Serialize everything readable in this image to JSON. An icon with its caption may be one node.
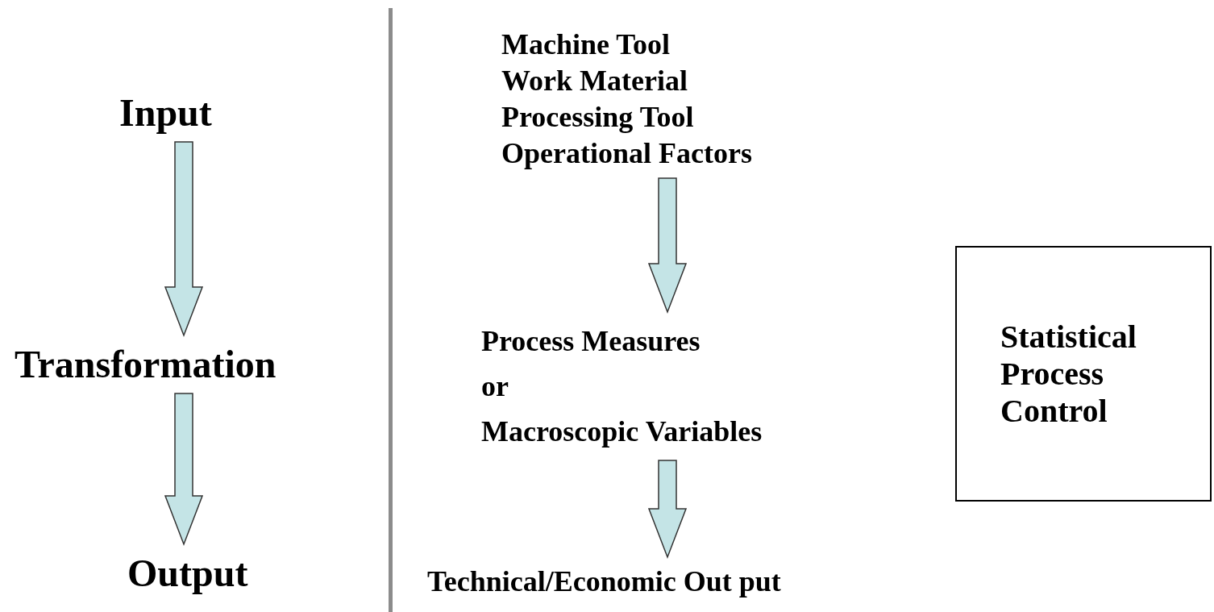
{
  "diagram": {
    "nodes": [
      {
        "text": [
          "Input"
        ]
      },
      {
        "text": [
          "Transformation"
        ]
      },
      {
        "text": [
          "Output"
        ]
      },
      {
        "text": [
          "Machine Tool",
          "Work Material",
          "Processing Tool",
          "Operational Factors"
        ]
      },
      {
        "text": [
          "Process Measures",
          "or",
          "Macroscopic Variables"
        ]
      },
      {
        "text": [
          "Technical/Economic Out put"
        ]
      },
      {
        "text": [
          "Statistical Process Control"
        ]
      }
    ],
    "edges": [
      {
        "from": 0,
        "to": 1,
        "arrow": "to"
      },
      {
        "from": 1,
        "to": 2,
        "arrow": "to"
      },
      {
        "from": 3,
        "to": 4,
        "arrow": "to"
      },
      {
        "from": 4,
        "to": 5,
        "arrow": "to"
      }
    ]
  }
}
